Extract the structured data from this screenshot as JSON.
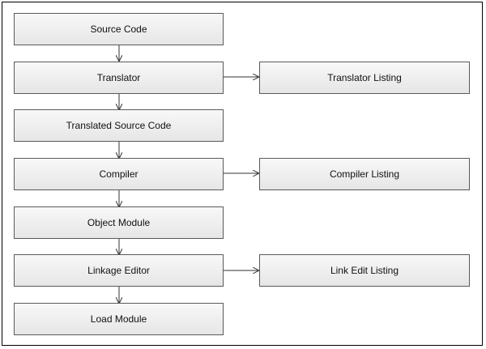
{
  "diagram": {
    "main_steps": [
      "Source Code",
      "Translator",
      "Translated Source Code",
      "Compiler",
      "Object Module",
      "Linkage Editor",
      "Load Module"
    ],
    "listings": {
      "translator": "Translator Listing",
      "compiler": "Compiler Listing",
      "linkage_editor": "Link Edit Listing"
    }
  }
}
